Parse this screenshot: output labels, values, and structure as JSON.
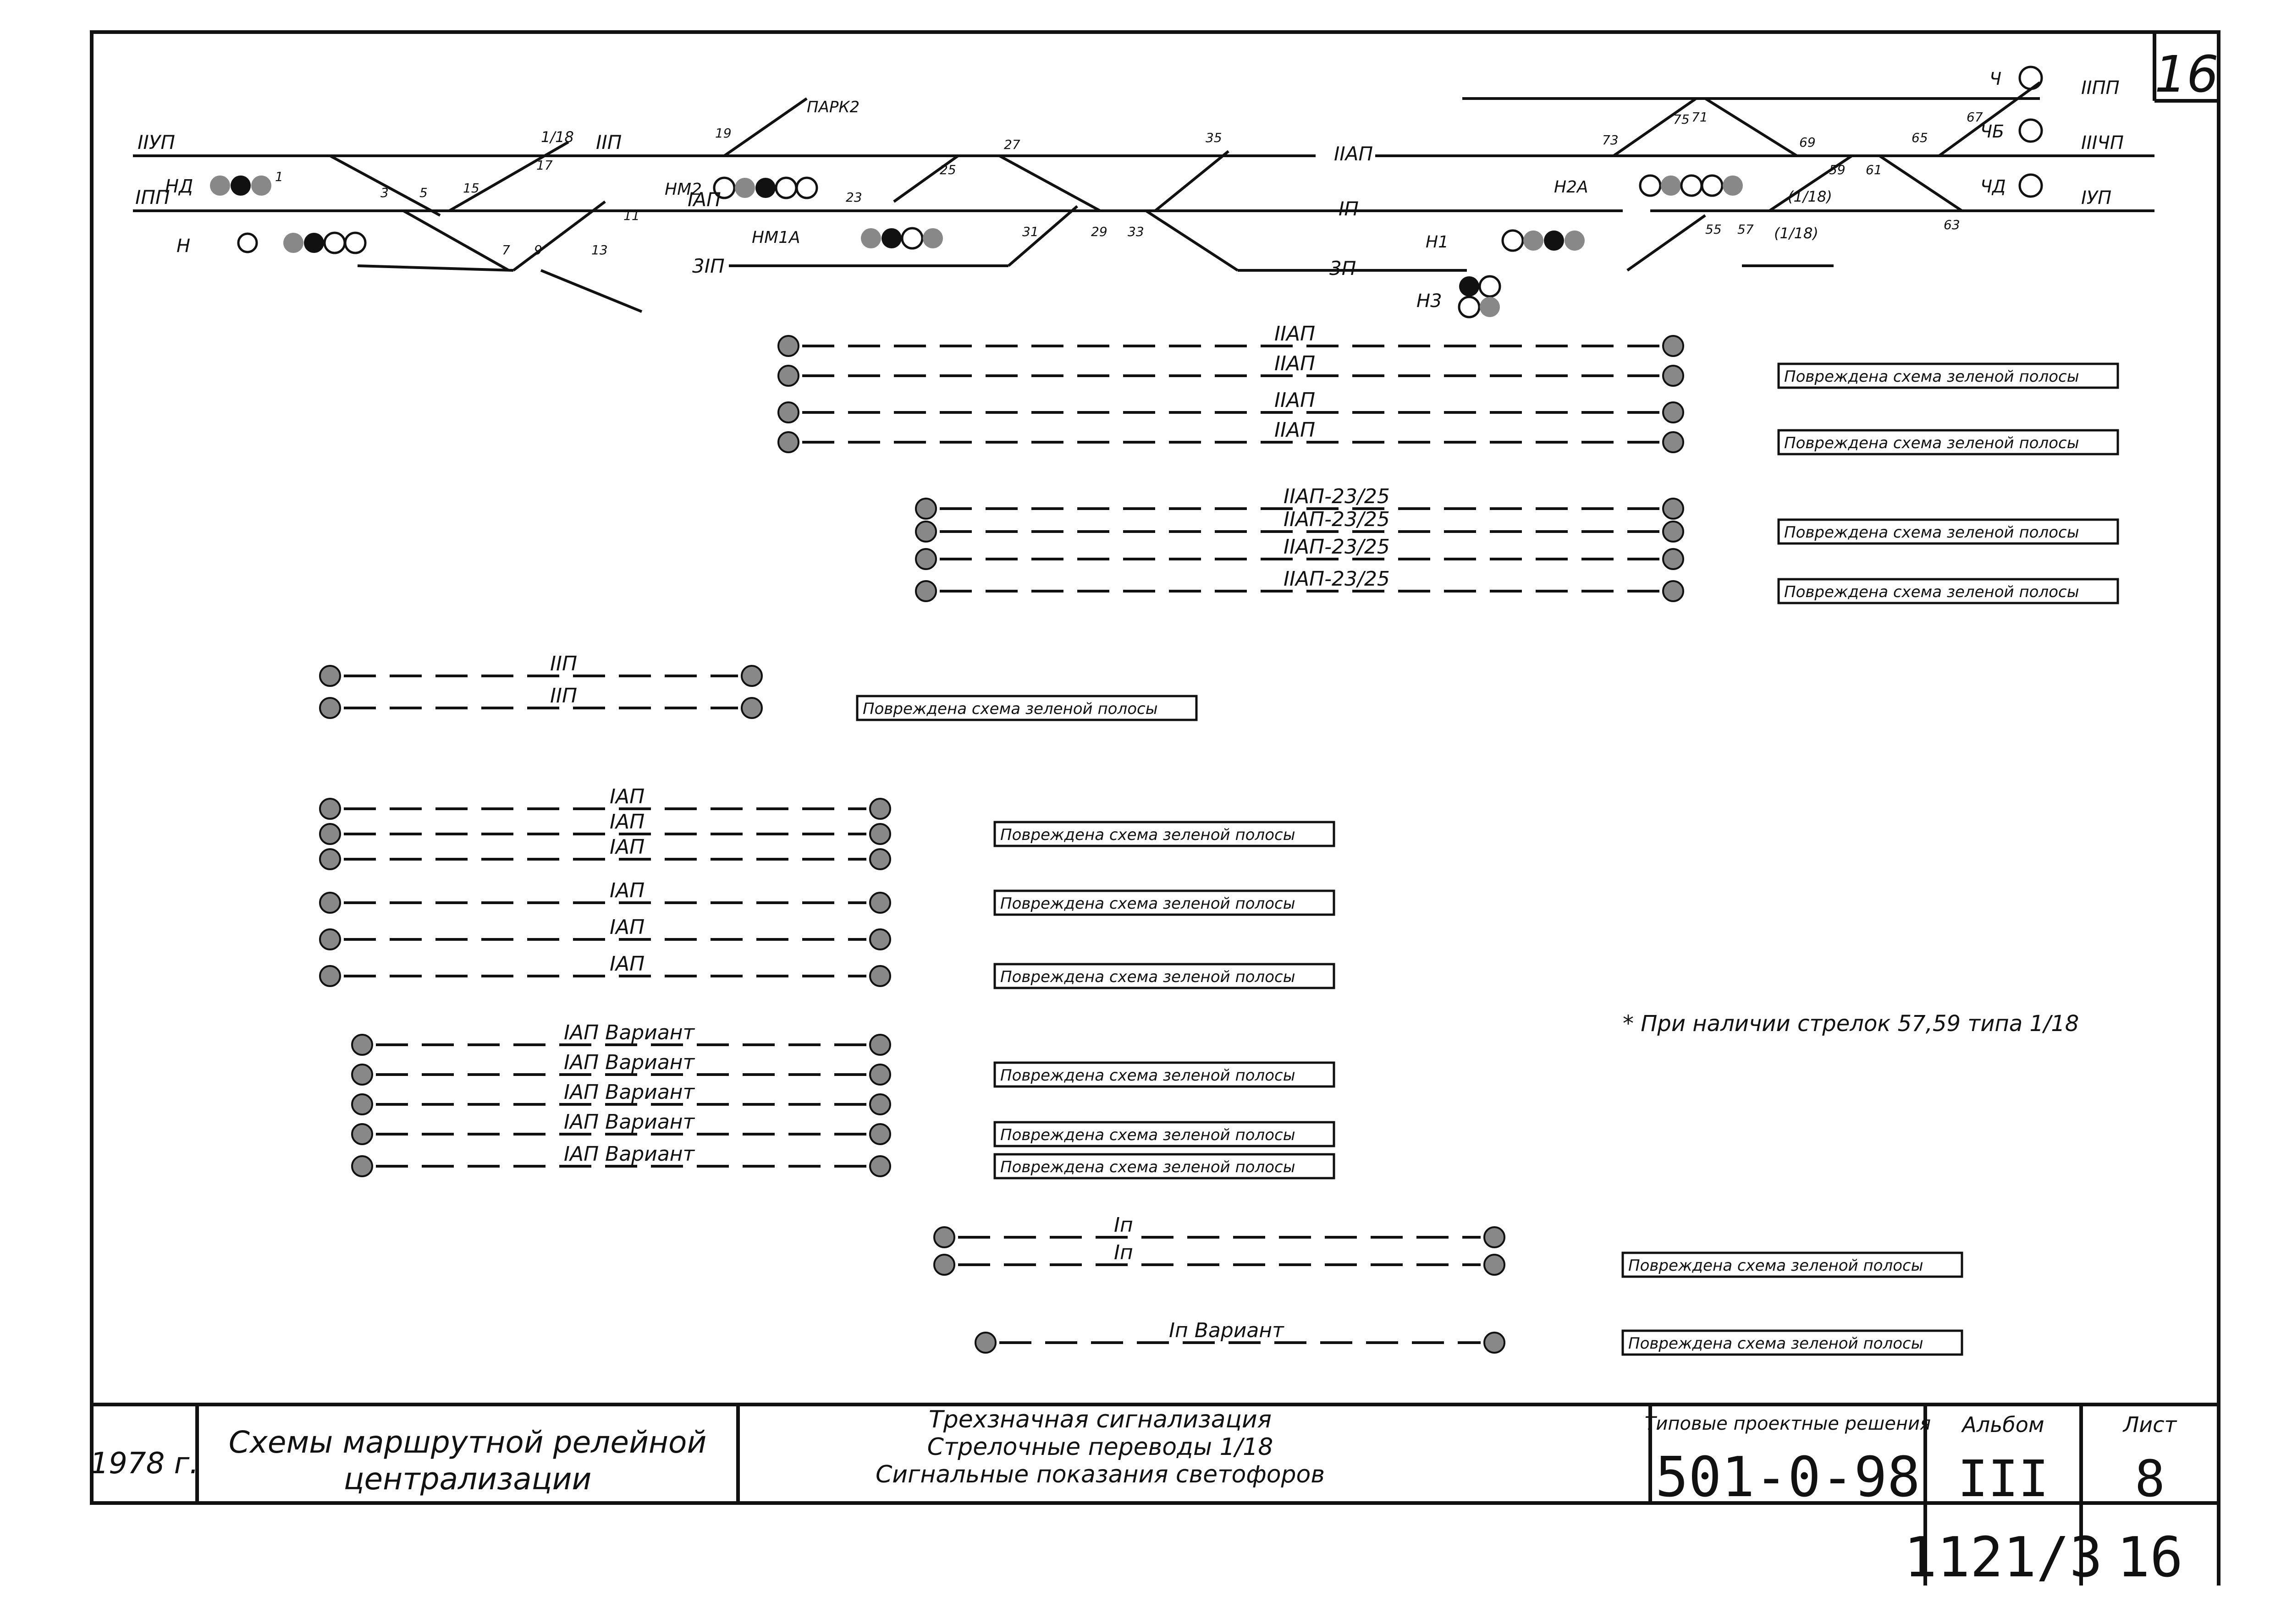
{
  "sheet": {
    "corner_number": "16",
    "bottom_right_numbers": [
      "1121/3",
      "16"
    ],
    "footnote": "* При наличии стрелок 57,59 типа 1/18"
  },
  "title_block": {
    "year": "1978 г.",
    "title_line1": "Схемы маршрутной релейной",
    "title_line2": "централизации",
    "desc_line1": "Трехзначная сигнализация",
    "desc_line2": "Стрелочные переводы 1/18",
    "desc_line3": "Сигнальные показания светофоров",
    "typical_label": "Типовые проектные решения",
    "typical_code": "501-0-98",
    "album_label": "Альбом",
    "album_value": "III",
    "sheet_label": "Лист",
    "sheet_value": "8"
  },
  "track_plan": {
    "track_labels": [
      "IIУП",
      "IПП",
      "IIП",
      "IАП",
      "3IП",
      "IIАП",
      "IП",
      "3П",
      "IIIЧП",
      "IУП",
      "IIПП",
      "ПАРК2"
    ],
    "signal_labels": [
      "НД",
      "Н",
      "НМ2",
      "НМ1А",
      "Н2А",
      "Н1",
      "Н3",
      "Ч",
      "ЧБ",
      "ЧД"
    ],
    "switch_numbers": [
      "1",
      "3",
      "5",
      "7",
      "9",
      "13",
      "15",
      "17",
      "11",
      "19",
      "23",
      "25",
      "27",
      "29",
      "31",
      "33",
      "35",
      "55",
      "57",
      "59",
      "61",
      "63",
      "65",
      "67",
      "69",
      "71",
      "73",
      "75"
    ],
    "switch_type_labels": [
      "1/18",
      "(1/18)",
      "(1/18)"
    ]
  },
  "routes": {
    "IIAP": [
      "IIАП",
      "IIАП",
      "IIАП",
      "IIАП"
    ],
    "IIAP_23_25": [
      "IIАП-23/25",
      "IIАП-23/25",
      "IIАП-23/25",
      "IIАП-23/25"
    ],
    "IIP": [
      "IIП",
      "IIП"
    ],
    "IAP": [
      "IАП",
      "IАП",
      "IАП",
      "IАП",
      "IАП",
      "IАП"
    ],
    "IAP_variant": [
      "IАП Вариант",
      "IАП Вариант",
      "IАП Вариант",
      "IАП Вариант",
      "IАП Вариант"
    ],
    "IP": [
      "Iп",
      "Iп"
    ],
    "IP_variant": "Iп Вариант"
  },
  "damage_label": "Повреждена схема зеленой полосы"
}
